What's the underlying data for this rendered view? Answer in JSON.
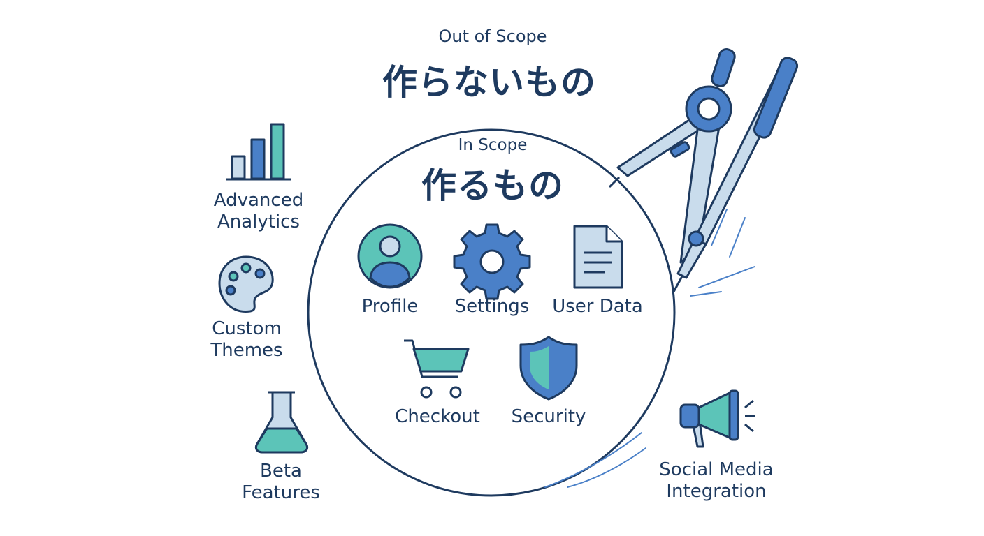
{
  "out_of_scope": {
    "subtitle": "Out of Scope",
    "title": "作らないもの",
    "items": [
      {
        "label_line1": "Advanced",
        "label_line2": "Analytics",
        "icon": "bar-chart-icon"
      },
      {
        "label_line1": "Custom",
        "label_line2": "Themes",
        "icon": "palette-icon"
      },
      {
        "label_line1": "Beta",
        "label_line2": "Features",
        "icon": "flask-icon"
      },
      {
        "label_line1": "Social Media",
        "label_line2": "Integration",
        "icon": "megaphone-icon"
      }
    ]
  },
  "in_scope": {
    "subtitle": "In Scope",
    "title": "作るもの",
    "items": [
      {
        "label": "Profile",
        "icon": "user-profile-icon"
      },
      {
        "label": "Settings",
        "icon": "gear-icon"
      },
      {
        "label": "User Data",
        "icon": "document-icon"
      },
      {
        "label": "Checkout",
        "icon": "shopping-cart-icon"
      },
      {
        "label": "Security",
        "icon": "shield-icon"
      }
    ]
  },
  "decoration": {
    "icon": "compass-drawing-icon"
  },
  "colors": {
    "navy": "#1e3a5f",
    "blue": "#4a80c8",
    "teal": "#5cc4b8",
    "light_blue": "#c9dcec"
  }
}
